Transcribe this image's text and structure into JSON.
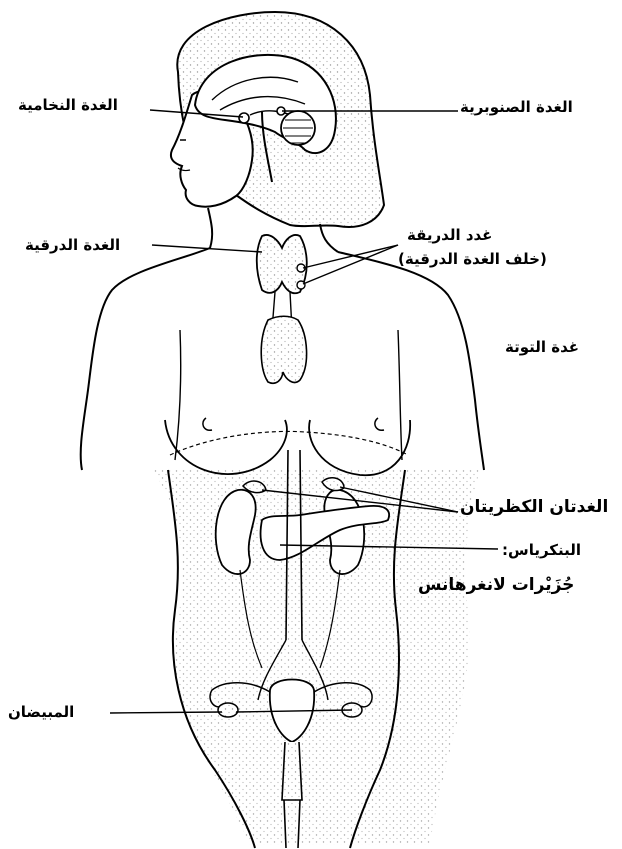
{
  "labels": {
    "pituitary": "الغدة النخامية",
    "pineal": "الغدة الصنوبرية",
    "thyroid": "الغدة الدرقية",
    "parathyroid_line1": "غدد الدريقة",
    "parathyroid_line2": "(خلف الغدة الدرقية)",
    "thymus": "غدة التوتة",
    "adrenal": "الغدتان الكظريتان",
    "pancreas": "البنكرياس:",
    "islets": "جُزَيْرات لانغرهانس",
    "ovaries": "المبيضان"
  },
  "colors": {
    "ink": "#000000",
    "stipple": "#b8b8b8",
    "background": "#ffffff"
  }
}
